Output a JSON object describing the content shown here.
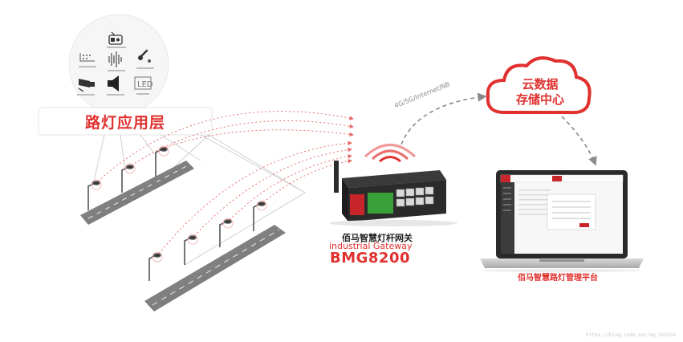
{
  "application_layer": {
    "title": "路灯应用层",
    "icons": [
      "radio-icon",
      "sound-wave-icon",
      "ruler-icon",
      "thermometer-icon",
      "camera-icon",
      "speaker-icon",
      "led-screen-icon",
      "grid-dots-icon"
    ]
  },
  "cloud": {
    "line1": "云数据",
    "line2": "存储中心"
  },
  "network_label": "4G/5G/Internet/NB",
  "gateway": {
    "name_cn": "佰马智慧灯杆网关",
    "name_en": "industrial Gateway",
    "model": "BMG8200"
  },
  "platform": {
    "name": "佰马智慧路灯管理平台"
  },
  "watermark": "https://blog.csdn.net/qq_XXXXXX",
  "colors": {
    "brand_red": "#e0312f",
    "gray": "#8a8a8a",
    "dark": "#2b2b2b"
  }
}
